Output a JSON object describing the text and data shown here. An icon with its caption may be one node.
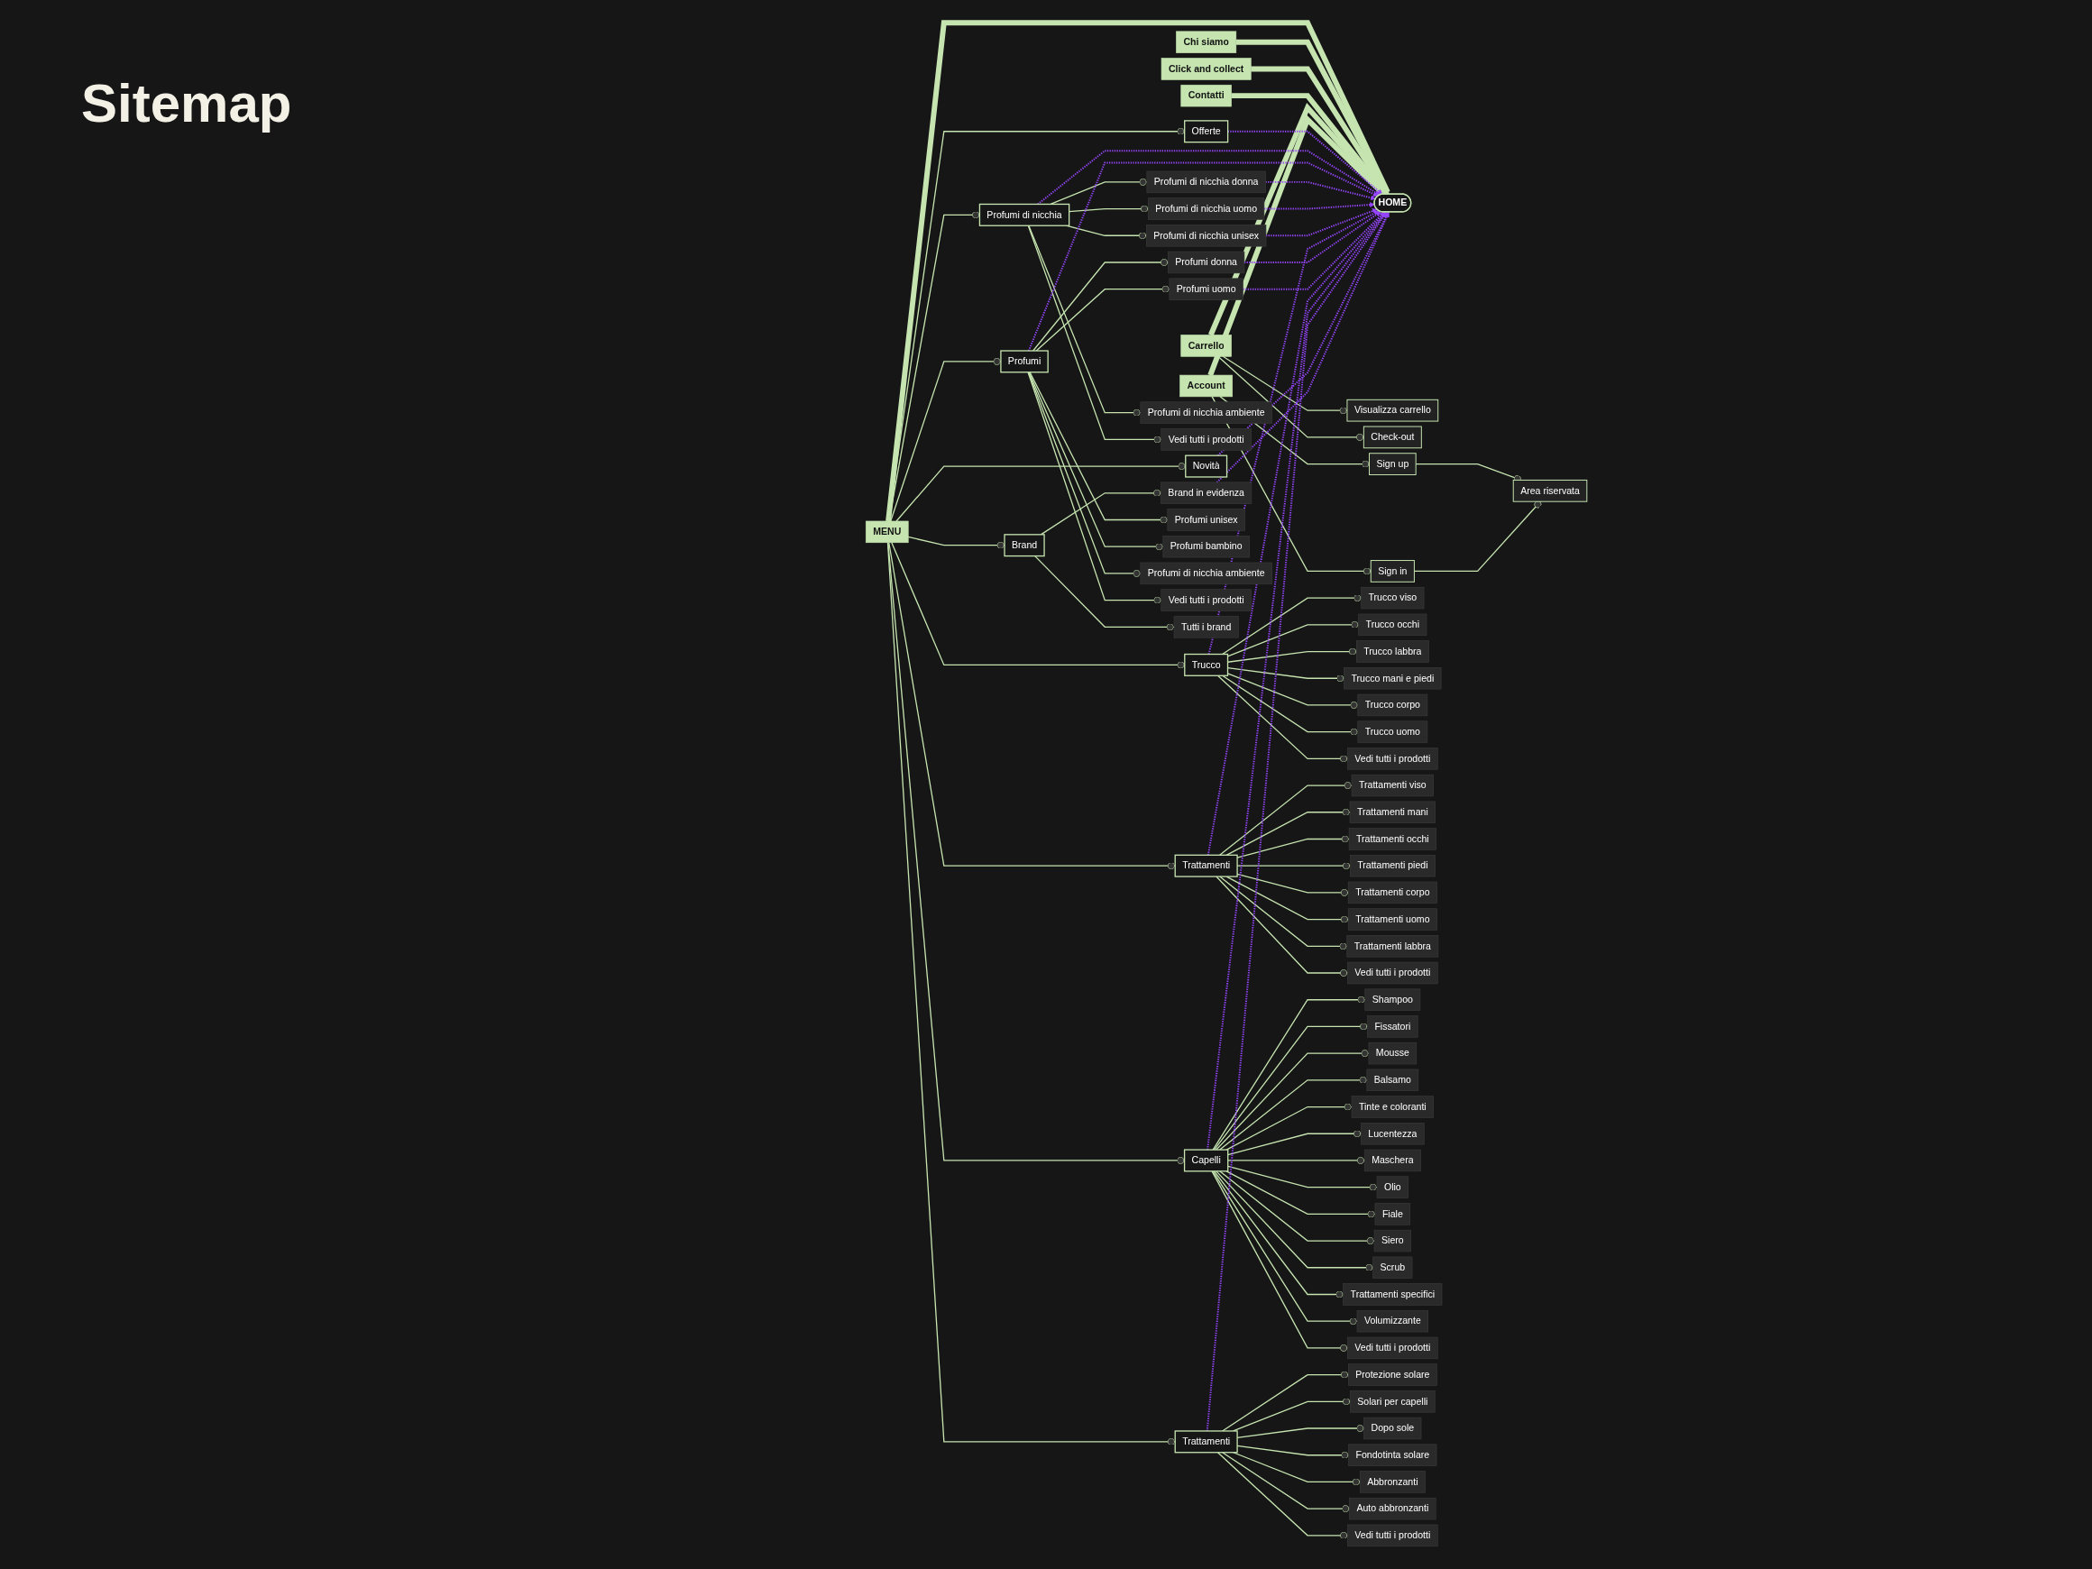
{
  "diagram": {
    "title": "Sitemap",
    "nodes": [
      {
        "text": [
          "HOME"
        ]
      },
      {
        "text": [
          "MENU"
        ]
      },
      {
        "text": [
          "Chi siamo"
        ]
      },
      {
        "text": [
          "Click and collect"
        ]
      },
      {
        "text": [
          "Contatti"
        ]
      },
      {
        "text": [
          "Carrello"
        ]
      },
      {
        "text": [
          "Account"
        ]
      },
      {
        "text": [
          "Visualizza carrello"
        ]
      },
      {
        "text": [
          "Check-out"
        ]
      },
      {
        "text": [
          "Sign up"
        ]
      },
      {
        "text": [
          "Sign in"
        ]
      },
      {
        "text": [
          "Area riservata"
        ]
      },
      {
        "text": [
          "Offerte"
        ]
      },
      {
        "text": [
          "Profumi di nicchia"
        ]
      },
      {
        "text": [
          "Profumi"
        ]
      },
      {
        "text": [
          "Trucco"
        ]
      },
      {
        "text": [
          "Trattamenti"
        ]
      },
      {
        "text": [
          "Capelli"
        ]
      },
      {
        "text": [
          "Trattamenti"
        ]
      },
      {
        "text": [
          "Brand"
        ]
      },
      {
        "text": [
          "Novità"
        ]
      },
      {
        "text": [
          "Profumi di nicchia donna"
        ]
      },
      {
        "text": [
          "Profumi di nicchia uomo"
        ]
      },
      {
        "text": [
          "Profumi di nicchia unisex"
        ]
      },
      {
        "text": [
          "Profumi di nicchia ambiente"
        ]
      },
      {
        "text": [
          "Vedi tutti i prodotti"
        ]
      },
      {
        "text": [
          "Profumi donna"
        ]
      },
      {
        "text": [
          "Profumi uomo"
        ]
      },
      {
        "text": [
          "Profumi unisex"
        ]
      },
      {
        "text": [
          "Profumi bambino"
        ]
      },
      {
        "text": [
          "Profumi di nicchia ambiente"
        ]
      },
      {
        "text": [
          "Vedi tutti i prodotti"
        ]
      },
      {
        "text": [
          "Trucco viso"
        ]
      },
      {
        "text": [
          "Trucco occhi"
        ]
      },
      {
        "text": [
          "Trucco labbra"
        ]
      },
      {
        "text": [
          "Trucco mani e piedi"
        ]
      },
      {
        "text": [
          "Trucco corpo"
        ]
      },
      {
        "text": [
          "Trucco uomo"
        ]
      },
      {
        "text": [
          "Vedi tutti i prodotti"
        ]
      },
      {
        "text": [
          "Trattamenti viso"
        ]
      },
      {
        "text": [
          "Trattamenti mani"
        ]
      },
      {
        "text": [
          "Trattamenti occhi"
        ]
      },
      {
        "text": [
          "Trattamenti piedi"
        ]
      },
      {
        "text": [
          "Trattamenti corpo"
        ]
      },
      {
        "text": [
          "Trattamenti uomo"
        ]
      },
      {
        "text": [
          "Trattamenti labbra"
        ]
      },
      {
        "text": [
          "Vedi tutti i prodotti"
        ]
      },
      {
        "text": [
          "Shampoo"
        ]
      },
      {
        "text": [
          "Fissatori"
        ]
      },
      {
        "text": [
          "Mousse"
        ]
      },
      {
        "text": [
          "Balsamo"
        ]
      },
      {
        "text": [
          "Tinte e coloranti"
        ]
      },
      {
        "text": [
          "Lucentezza"
        ]
      },
      {
        "text": [
          "Maschera"
        ]
      },
      {
        "text": [
          "Olio"
        ]
      },
      {
        "text": [
          "Fiale"
        ]
      },
      {
        "text": [
          "Siero"
        ]
      },
      {
        "text": [
          "Scrub"
        ]
      },
      {
        "text": [
          "Trattamenti specifici"
        ]
      },
      {
        "text": [
          "Volumizzante"
        ]
      },
      {
        "text": [
          "Vedi tutti i prodotti"
        ]
      },
      {
        "text": [
          "Protezione solare"
        ]
      },
      {
        "text": [
          "Solari per capelli"
        ]
      },
      {
        "text": [
          "Dopo sole"
        ]
      },
      {
        "text": [
          "Fondotinta solare"
        ]
      },
      {
        "text": [
          "Abbronzanti"
        ]
      },
      {
        "text": [
          "Auto abbronzanti"
        ]
      },
      {
        "text": [
          "Vedi tutti i prodotti"
        ]
      },
      {
        "text": [
          "Tutti i brand"
        ]
      },
      {
        "text": [
          "Brand in evidenza"
        ]
      }
    ],
    "edges": [
      {
        "from": 1,
        "to": 0,
        "arrow": "to",
        "style": "thick"
      },
      {
        "from": 2,
        "to": 0,
        "arrow": "to",
        "style": "thick"
      },
      {
        "from": 3,
        "to": 0,
        "arrow": "to",
        "style": "thick"
      },
      {
        "from": 4,
        "to": 0,
        "arrow": "to",
        "style": "thick"
      },
      {
        "from": 5,
        "to": 0,
        "arrow": "to",
        "style": "thick"
      },
      {
        "from": 6,
        "to": 0,
        "arrow": "to",
        "style": "thick"
      },
      {
        "from": 5,
        "to": 7,
        "arrow": "other"
      },
      {
        "from": 5,
        "to": 8,
        "arrow": "other"
      },
      {
        "from": 6,
        "to": 9,
        "arrow": "other"
      },
      {
        "from": 6,
        "to": 10,
        "arrow": "other"
      },
      {
        "from": 9,
        "to": 11,
        "arrow": "other"
      },
      {
        "from": 10,
        "to": 11,
        "arrow": "other"
      },
      {
        "from": 1,
        "to": 12,
        "arrow": "other"
      },
      {
        "from": 1,
        "to": 13,
        "arrow": "other"
      },
      {
        "from": 1,
        "to": 14,
        "arrow": "other"
      },
      {
        "from": 1,
        "to": 15,
        "arrow": "other"
      },
      {
        "from": 1,
        "to": 16,
        "arrow": "other"
      },
      {
        "from": 1,
        "to": 17,
        "arrow": "other"
      },
      {
        "from": 1,
        "to": 18,
        "arrow": "other"
      },
      {
        "from": 1,
        "to": 19,
        "arrow": "other"
      },
      {
        "from": 1,
        "to": 20,
        "arrow": "other"
      },
      {
        "from": 13,
        "to": 21,
        "arrow": "other"
      },
      {
        "from": 13,
        "to": 22,
        "arrow": "other"
      },
      {
        "from": 13,
        "to": 23,
        "arrow": "other"
      },
      {
        "from": 13,
        "to": 24,
        "arrow": "other"
      },
      {
        "from": 13,
        "to": 25,
        "arrow": "other"
      },
      {
        "from": 14,
        "to": 26,
        "arrow": "other"
      },
      {
        "from": 14,
        "to": 27,
        "arrow": "other"
      },
      {
        "from": 14,
        "to": 28,
        "arrow": "other"
      },
      {
        "from": 14,
        "to": 29,
        "arrow": "other"
      },
      {
        "from": 14,
        "to": 30,
        "arrow": "other"
      },
      {
        "from": 14,
        "to": 31,
        "arrow": "other"
      },
      {
        "from": 15,
        "to": 32,
        "arrow": "other"
      },
      {
        "from": 15,
        "to": 33,
        "arrow": "other"
      },
      {
        "from": 15,
        "to": 34,
        "arrow": "other"
      },
      {
        "from": 15,
        "to": 35,
        "arrow": "other"
      },
      {
        "from": 15,
        "to": 36,
        "arrow": "other"
      },
      {
        "from": 15,
        "to": 37,
        "arrow": "other"
      },
      {
        "from": 15,
        "to": 38,
        "arrow": "other"
      },
      {
        "from": 16,
        "to": 39,
        "arrow": "other"
      },
      {
        "from": 16,
        "to": 40,
        "arrow": "other"
      },
      {
        "from": 16,
        "to": 41,
        "arrow": "other"
      },
      {
        "from": 16,
        "to": 42,
        "arrow": "other"
      },
      {
        "from": 16,
        "to": 43,
        "arrow": "other"
      },
      {
        "from": 16,
        "to": 44,
        "arrow": "other"
      },
      {
        "from": 16,
        "to": 45,
        "arrow": "other"
      },
      {
        "from": 16,
        "to": 46,
        "arrow": "other"
      },
      {
        "from": 17,
        "to": 47,
        "arrow": "other"
      },
      {
        "from": 17,
        "to": 48,
        "arrow": "other"
      },
      {
        "from": 17,
        "to": 49,
        "arrow": "other"
      },
      {
        "from": 17,
        "to": 50,
        "arrow": "other"
      },
      {
        "from": 17,
        "to": 51,
        "arrow": "other"
      },
      {
        "from": 17,
        "to": 52,
        "arrow": "other"
      },
      {
        "from": 17,
        "to": 53,
        "arrow": "other"
      },
      {
        "from": 17,
        "to": 54,
        "arrow": "other"
      },
      {
        "from": 17,
        "to": 55,
        "arrow": "other"
      },
      {
        "from": 17,
        "to": 56,
        "arrow": "other"
      },
      {
        "from": 17,
        "to": 57,
        "arrow": "other"
      },
      {
        "from": 17,
        "to": 58,
        "arrow": "other"
      },
      {
        "from": 17,
        "to": 59,
        "arrow": "other"
      },
      {
        "from": 17,
        "to": 60,
        "arrow": "other"
      },
      {
        "from": 18,
        "to": 61,
        "arrow": "other"
      },
      {
        "from": 18,
        "to": 62,
        "arrow": "other"
      },
      {
        "from": 18,
        "to": 63,
        "arrow": "other"
      },
      {
        "from": 18,
        "to": 64,
        "arrow": "other"
      },
      {
        "from": 18,
        "to": 65,
        "arrow": "other"
      },
      {
        "from": 18,
        "to": 66,
        "arrow": "other"
      },
      {
        "from": 18,
        "to": 67,
        "arrow": "other"
      },
      {
        "from": 19,
        "to": 68,
        "arrow": "other"
      },
      {
        "from": 19,
        "to": 69,
        "arrow": "other"
      },
      {
        "from": 12,
        "to": 0,
        "arrow": "to",
        "style": "dashed",
        "color": "#9747ff"
      },
      {
        "from": 13,
        "to": 0,
        "arrow": "to",
        "style": "dashed",
        "color": "#9747ff"
      },
      {
        "from": 14,
        "to": 0,
        "arrow": "to",
        "style": "dashed",
        "color": "#9747ff"
      },
      {
        "from": 21,
        "to": 0,
        "arrow": "to",
        "style": "dashed",
        "color": "#9747ff"
      },
      {
        "from": 22,
        "to": 0,
        "arrow": "to",
        "style": "dashed",
        "color": "#9747ff"
      },
      {
        "from": 23,
        "to": 0,
        "arrow": "to",
        "style": "dashed",
        "color": "#9747ff"
      },
      {
        "from": 15,
        "to": 0,
        "arrow": "to",
        "style": "dashed",
        "color": "#9747ff"
      },
      {
        "from": 26,
        "to": 0,
        "arrow": "to",
        "style": "dashed",
        "color": "#9747ff"
      },
      {
        "from": 27,
        "to": 0,
        "arrow": "to",
        "style": "dashed",
        "color": "#9747ff"
      },
      {
        "from": 16,
        "to": 0,
        "arrow": "to",
        "style": "dashed",
        "color": "#9747ff"
      },
      {
        "from": 17,
        "to": 0,
        "arrow": "to",
        "style": "dashed",
        "color": "#9747ff"
      },
      {
        "from": 18,
        "to": 0,
        "arrow": "to",
        "style": "dashed",
        "color": "#9747ff"
      },
      {
        "from": 20,
        "to": 0,
        "arrow": "to",
        "style": "dashed",
        "color": "#9747ff"
      },
      {
        "from": 69,
        "to": 0,
        "arrow": "to",
        "style": "dashed",
        "color": "#9747ff"
      }
    ]
  }
}
